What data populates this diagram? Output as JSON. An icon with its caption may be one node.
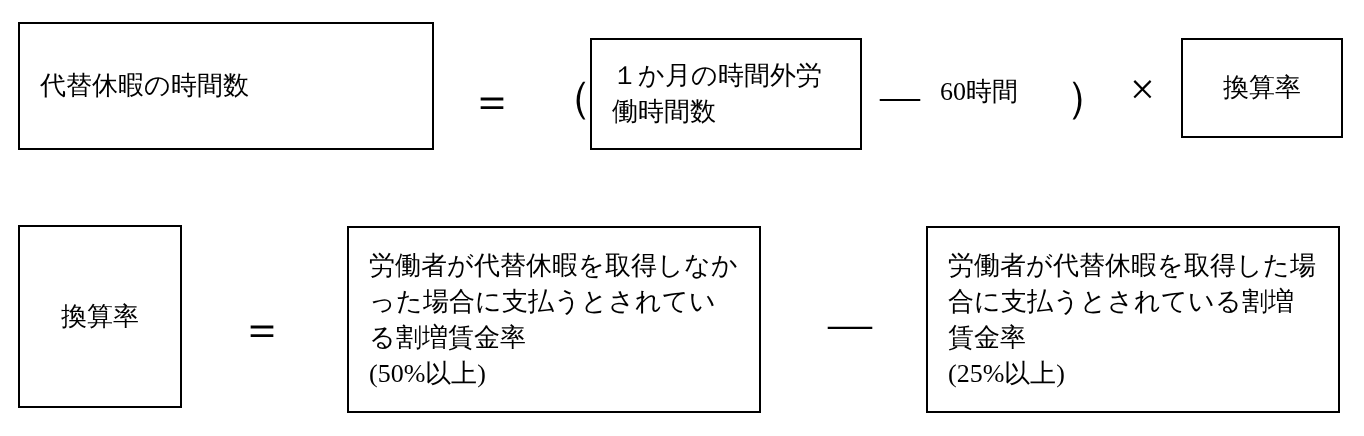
{
  "diagram": {
    "nodes": [
      {
        "text": [
          "代替休暇の時間数"
        ]
      },
      {
        "text": [
          "１か月の時間外労働時間数"
        ]
      },
      {
        "text": [
          "換算率"
        ]
      },
      {
        "text": [
          "換算率"
        ]
      },
      {
        "text": [
          "労働者が代替休暇を取得しなかった場合に支払うとされている割増賃金率",
          "(50%以上)"
        ]
      },
      {
        "text": [
          "労働者が代替休暇を取得した場合に支払うとされている割増賃金率",
          "(25%以上)"
        ]
      }
    ],
    "labels": [
      "＝",
      "（",
      "—",
      "60時間",
      "）",
      "×",
      "＝",
      "—"
    ]
  }
}
